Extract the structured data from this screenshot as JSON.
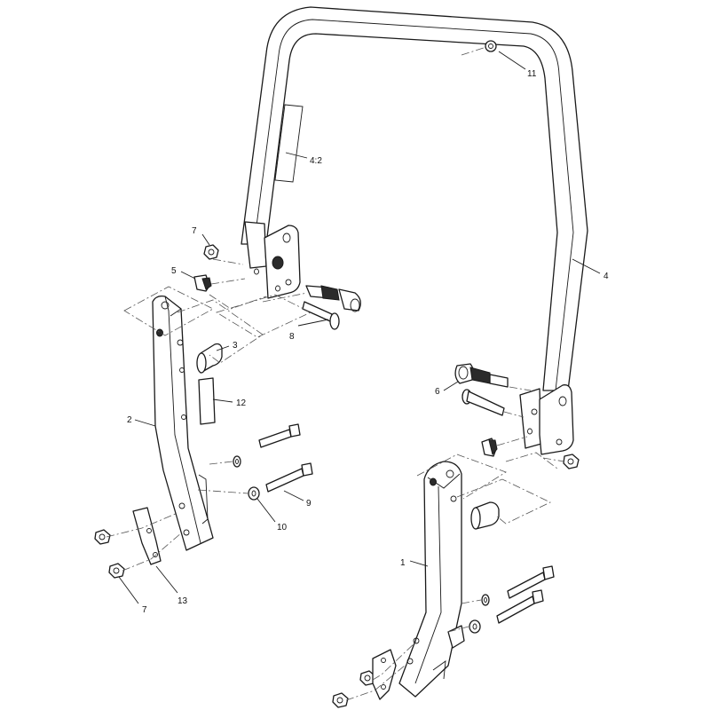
{
  "callouts": {
    "c11": "11",
    "c4_2": "4:2",
    "c4": "4",
    "c7_top": "7",
    "c5": "5",
    "c3": "3",
    "c8": "8",
    "c6": "6",
    "c12": "12",
    "c2": "2",
    "c9": "9",
    "c10": "10",
    "c1": "1",
    "c13": "13",
    "c7_bottom": "7"
  }
}
